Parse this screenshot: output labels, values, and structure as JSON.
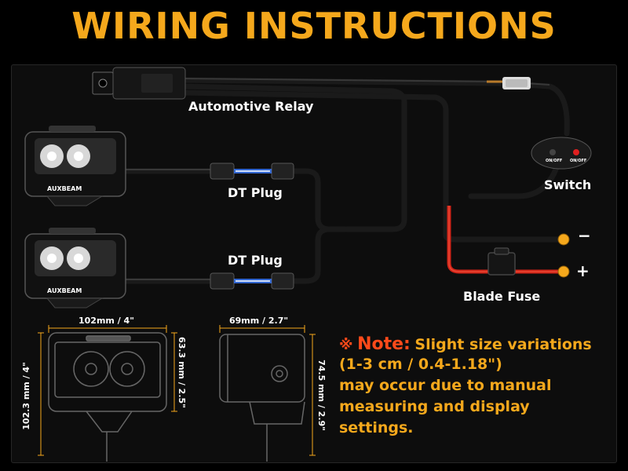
{
  "title": "WIRING INSTRUCTIONS",
  "labels": {
    "relay": "Automotive Relay",
    "switch": "Switch",
    "dt_plug_1": "DT Plug",
    "dt_plug_2": "DT Plug",
    "blade_fuse": "Blade Fuse",
    "negative": "−",
    "positive": "+",
    "brand": "AUXBEAM",
    "switch_button_left": "ON/OFF",
    "switch_button_right": "ON/OFF"
  },
  "dimensions": {
    "front_width": "102mm / 4\"",
    "front_height": "102.3 mm / 4\"",
    "front_lens_height": "63.3 mm / 2.5\"",
    "side_width": "69mm / 2.7\"",
    "side_height": "74.5 mm / 2.9\""
  },
  "note": {
    "symbol": "※",
    "heading": "Note:",
    "line1": "Slight size variations",
    "line2": "(1-3 cm / 0.4-1.18\")",
    "line3": "may occur due to manual",
    "line4": "measuring and display",
    "line5": "settings."
  },
  "colors": {
    "title": "#f5a81c",
    "note_heading": "#ff4a1a",
    "note_text": "#f5a81c",
    "positive_wire": "#e0281c",
    "terminal": "#f5a81c",
    "dt_plug_glow": "#3a7bff"
  }
}
